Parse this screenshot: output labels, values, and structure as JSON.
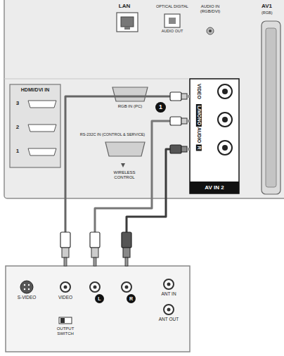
{
  "diagram": {
    "nodes": [
      {
        "text": [
          "VIDEO",
          "L/MONO",
          "AUDIO",
          "R",
          "AV IN 2"
        ]
      },
      {
        "text": [
          "S-VIDEO",
          "VIDEO",
          "L",
          "R",
          "ANT IN",
          "ANT OUT",
          "OUTPUT SWITCH"
        ]
      }
    ],
    "edges": [
      {
        "from": 1,
        "to": 0,
        "arrow": "none"
      },
      {
        "from": 1,
        "to": 0,
        "arrow": "none"
      },
      {
        "from": 1,
        "to": 0,
        "arrow": "none"
      }
    ],
    "labels": [
      "LAN",
      "OPTICAL DIGITAL",
      "AUDIO OUT",
      "AUDIO IN (RGB/DVI)",
      "AV1",
      "(RGB)",
      "HDMI/DVI IN",
      "3",
      "2",
      "1",
      "RGB IN (PC)",
      "RS-232C IN (CONTROL & SERVICE)",
      "WIRELESS CONTROL",
      "1"
    ]
  }
}
